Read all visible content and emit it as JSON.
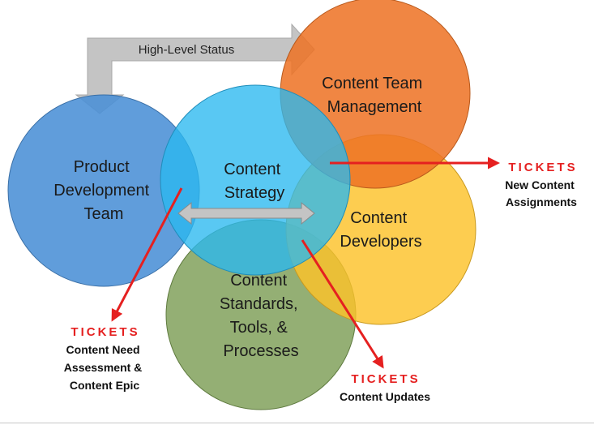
{
  "colors": {
    "product": "#4a8fd6",
    "strategy": "#3fc0f2",
    "management": "#ee7a2a",
    "developers": "#fdc940",
    "standards": "#8ba867",
    "arrow_gray": "#c4c4c4",
    "ticket_red": "#e52020"
  },
  "diagram": {
    "status_arrow_label": "High-Level Status",
    "circles": {
      "product": [
        "Product",
        "Development",
        "Team"
      ],
      "strategy": [
        "Content",
        "Strategy"
      ],
      "management": [
        "Content Team",
        "Management"
      ],
      "developers": [
        "Content",
        "Developers"
      ],
      "standards": [
        "Content",
        "Standards,",
        "Tools, &",
        "Processes"
      ]
    },
    "tickets": {
      "assignments": {
        "title": "TICKETS",
        "lines": [
          "New Content",
          "Assignments"
        ]
      },
      "need": {
        "title": "TICKETS",
        "lines": [
          "Content Need",
          "Assessment &",
          "Content Epic"
        ]
      },
      "updates": {
        "title": "TICKETS",
        "lines": [
          "Content Updates"
        ]
      }
    }
  }
}
